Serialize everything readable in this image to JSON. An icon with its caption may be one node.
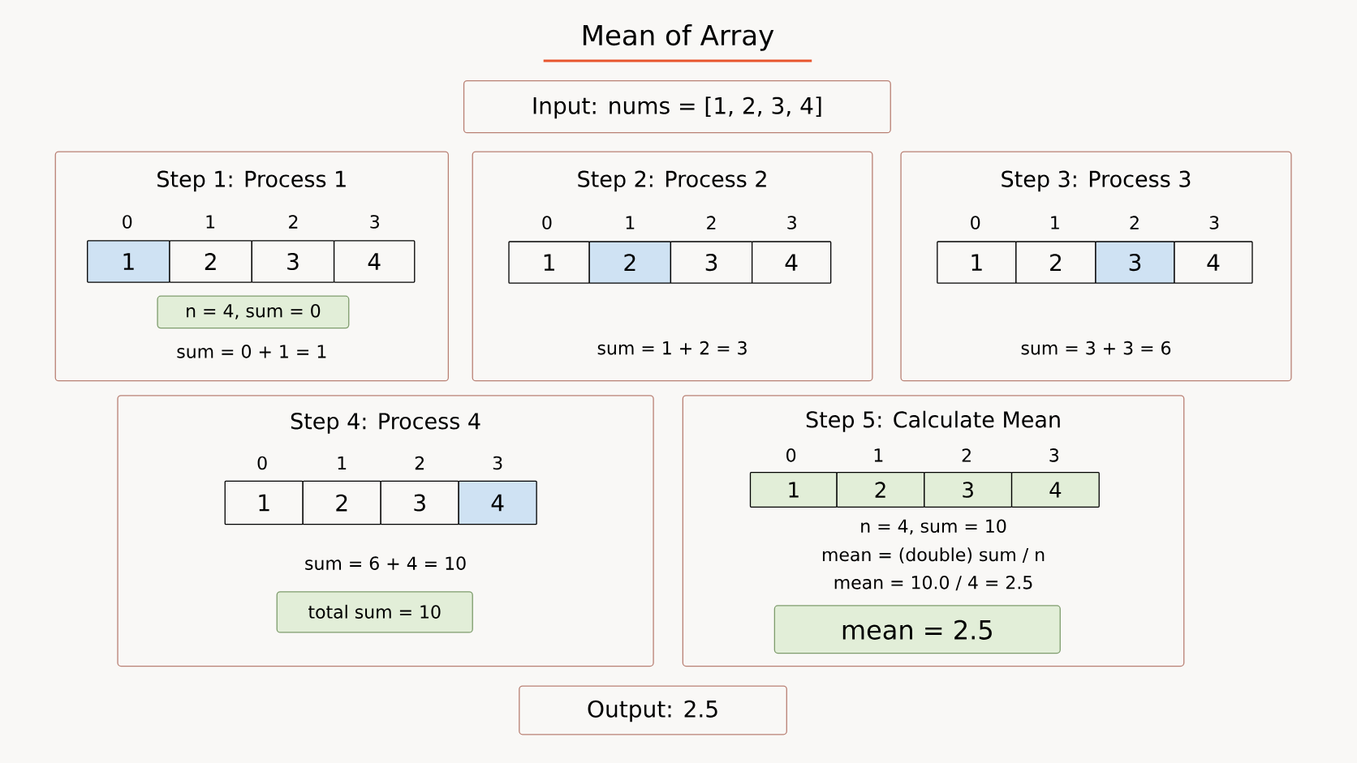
{
  "diagram": {
    "title": "Mean of Array",
    "nodes": [
      {
        "text": [
          "Input: nums = [1, 2, 3, 4]"
        ]
      },
      {
        "text": [
          "Step 1: Process 1",
          "sum = 0 + 1 = 1"
        ]
      },
      {
        "text": [
          "1"
        ],
        "in": 1
      },
      {
        "text": [
          "2"
        ],
        "in": 1
      },
      {
        "text": [
          "3"
        ],
        "in": 1
      },
      {
        "text": [
          "4"
        ],
        "in": 1
      },
      {
        "text": [
          "n = 4, sum = 0"
        ],
        "in": 1
      },
      {
        "text": [
          "Step 2: Process 2",
          "sum = 1 + 2 = 3"
        ]
      },
      {
        "text": [
          "1"
        ],
        "in": 7
      },
      {
        "text": [
          "2"
        ],
        "in": 7
      },
      {
        "text": [
          "3"
        ],
        "in": 7
      },
      {
        "text": [
          "4"
        ],
        "in": 7
      },
      {
        "text": [
          "Step 3: Process 3",
          "sum = 3 + 3 = 6"
        ]
      },
      {
        "text": [
          "1"
        ],
        "in": 12
      },
      {
        "text": [
          "2"
        ],
        "in": 12
      },
      {
        "text": [
          "3"
        ],
        "in": 12
      },
      {
        "text": [
          "4"
        ],
        "in": 12
      },
      {
        "text": [
          "Step 4: Process 4",
          "sum = 6 + 4 = 10"
        ]
      },
      {
        "text": [
          "1"
        ],
        "in": 17
      },
      {
        "text": [
          "2"
        ],
        "in": 17
      },
      {
        "text": [
          "3"
        ],
        "in": 17
      },
      {
        "text": [
          "4"
        ],
        "in": 17
      },
      {
        "text": [
          "total sum = 10"
        ],
        "in": 17
      },
      {
        "text": [
          "Step 5: Calculate Mean",
          "n = 4, sum = 10",
          "mean = (double) sum / n",
          "mean = 10.0 / 4 = 2.5"
        ]
      },
      {
        "text": [
          "1"
        ],
        "in": 23
      },
      {
        "text": [
          "2"
        ],
        "in": 23
      },
      {
        "text": [
          "3"
        ],
        "in": 23
      },
      {
        "text": [
          "4"
        ],
        "in": 23
      },
      {
        "text": [
          "mean = 2.5"
        ],
        "in": 23
      },
      {
        "text": [
          "Output: 2.5"
        ]
      }
    ],
    "labels": [
      "0",
      "1",
      "2",
      "3",
      "0",
      "1",
      "2",
      "3",
      "0",
      "1",
      "2",
      "3",
      "0",
      "1",
      "2",
      "3",
      "0",
      "1",
      "2",
      "3"
    ]
  }
}
